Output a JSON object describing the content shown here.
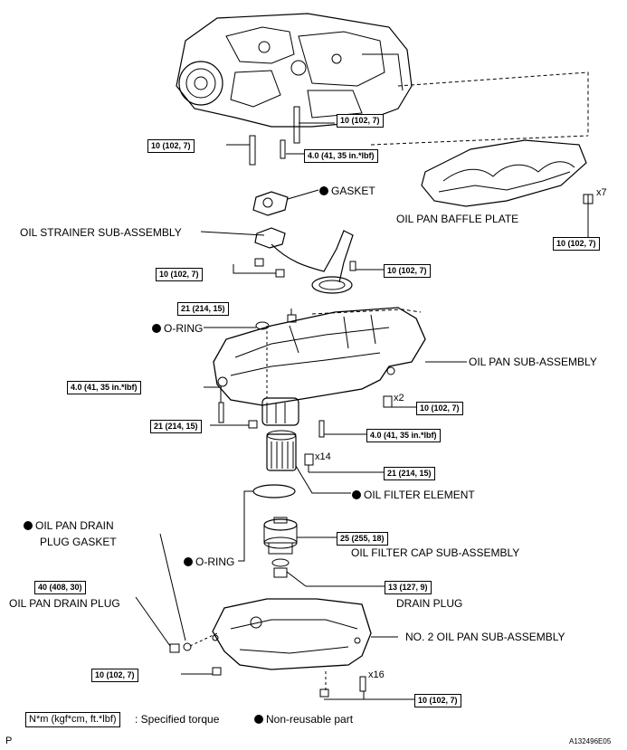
{
  "labels": {
    "gasket": "GASKET",
    "oil_strainer": "OIL STRAINER SUB-ASSEMBLY",
    "baffle_plate": "OIL PAN BAFFLE PLATE",
    "o_ring_1": "O-RING",
    "oil_pan": "OIL PAN SUB-ASSEMBLY",
    "oil_filter_element": "OIL FILTER ELEMENT",
    "drain_plug_gasket_line1": "OIL PAN DRAIN",
    "drain_plug_gasket_line2": "PLUG GASKET",
    "oil_filter_cap": "OIL FILTER CAP SUB-ASSEMBLY",
    "o_ring_2": "O-RING",
    "oil_pan_drain_plug": "OIL PAN DRAIN PLUG",
    "drain_plug": "DRAIN PLUG",
    "no2_oil_pan": "NO. 2 OIL PAN SUB-ASSEMBLY"
  },
  "torques": {
    "t1": "10 (102, 7)",
    "t2": "10 (102, 7)",
    "t3": "4.0 (41, 35 in.*lbf)",
    "t4": "10 (102, 7)",
    "t5": "10 (102, 7)",
    "t6": "10 (102, 7)",
    "t7": "21 (214, 15)",
    "t8": "4.0 (41, 35 in.*lbf)",
    "t9": "10 (102, 7)",
    "t10": "21 (214, 15)",
    "t11": "4.0 (41, 35 in.*lbf)",
    "t12": "21 (214, 15)",
    "t13": "25 (255, 18)",
    "t14": "40 (408, 30)",
    "t15": "13 (127, 9)",
    "t16": "10 (102, 7)",
    "t17": "10 (102, 7)"
  },
  "counts": {
    "x7": "x7",
    "x2": "x2",
    "x14": "x14",
    "x16": "x16"
  },
  "legend": {
    "box": "N*m (kgf*cm, ft.*lbf)",
    "specified": ": Specified torque",
    "nonreusable": "Non-reusable part"
  },
  "footer": {
    "page_letter": "P",
    "figure_id": "A132496E05"
  }
}
